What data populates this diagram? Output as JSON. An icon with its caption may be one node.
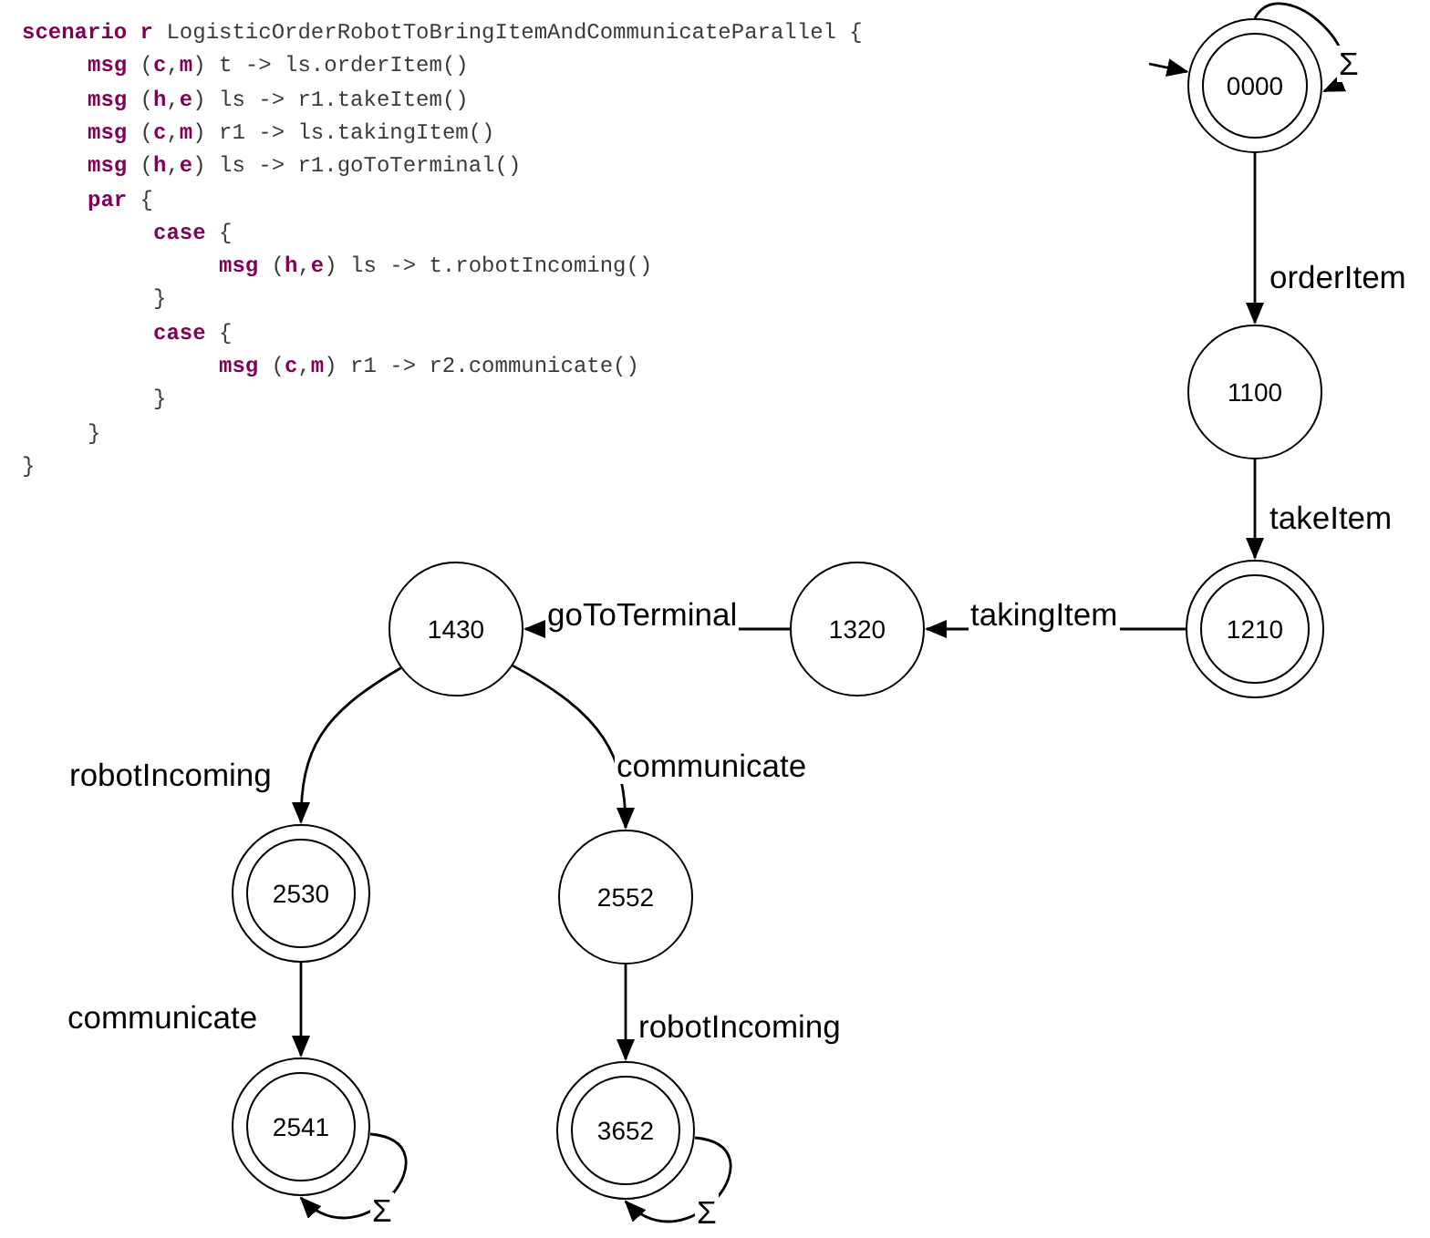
{
  "diagram": {
    "nodes": [
      {
        "text": [
          "0000"
        ]
      },
      {
        "text": [
          "1100"
        ]
      },
      {
        "text": [
          "1430"
        ]
      },
      {
        "text": [
          "1320"
        ]
      },
      {
        "text": [
          "1210"
        ]
      },
      {
        "text": [
          "2530"
        ]
      },
      {
        "text": [
          "2552"
        ]
      },
      {
        "text": [
          "2541"
        ]
      },
      {
        "text": [
          "3652"
        ]
      }
    ],
    "edges": [
      {
        "from": null,
        "to": 0,
        "arrow": "to"
      },
      {
        "from": 0,
        "to": 0,
        "arrow": "to",
        "label": "Σ"
      },
      {
        "from": 0,
        "to": 1,
        "arrow": "to",
        "label": "orderItem"
      },
      {
        "from": 1,
        "to": 4,
        "arrow": "to",
        "label": "takeItem"
      },
      {
        "from": 4,
        "to": 3,
        "arrow": "to",
        "label": "takingItem"
      },
      {
        "from": 3,
        "to": 2,
        "arrow": "to",
        "label": "goToTerminal"
      },
      {
        "from": 2,
        "to": 5,
        "arrow": "to",
        "label": "robotIncoming"
      },
      {
        "from": 2,
        "to": 6,
        "arrow": "to",
        "label": "communicate"
      },
      {
        "from": 5,
        "to": 7,
        "arrow": "to",
        "label": "communicate"
      },
      {
        "from": 6,
        "to": 8,
        "arrow": "to",
        "label": "robotIncoming"
      },
      {
        "from": 7,
        "to": 7,
        "arrow": "to",
        "label": "Σ"
      },
      {
        "from": 8,
        "to": 8,
        "arrow": "to",
        "label": "Σ"
      }
    ],
    "labels": [
      "**scenario r** LogisticOrderRobotToBringItemAndCommunicateParallel {",
      "**msg** (**c**,**m**) t -> ls.orderItem()",
      "**msg** (**h**,**e**) ls -> r1.takeItem()",
      "**msg** (**c**,**m**) r1 -> ls.takingItem()",
      "**msg** (**h**,**e**) ls -> r1.goToTerminal()",
      "**par** {",
      "**case** {",
      "**msg** (**h**,**e**) ls -> t.robotIncoming()",
      "}",
      "**case** {",
      "**msg** (**c**,**m**) r1 -> r2.communicate()",
      "}",
      "}",
      "}"
    ]
  }
}
